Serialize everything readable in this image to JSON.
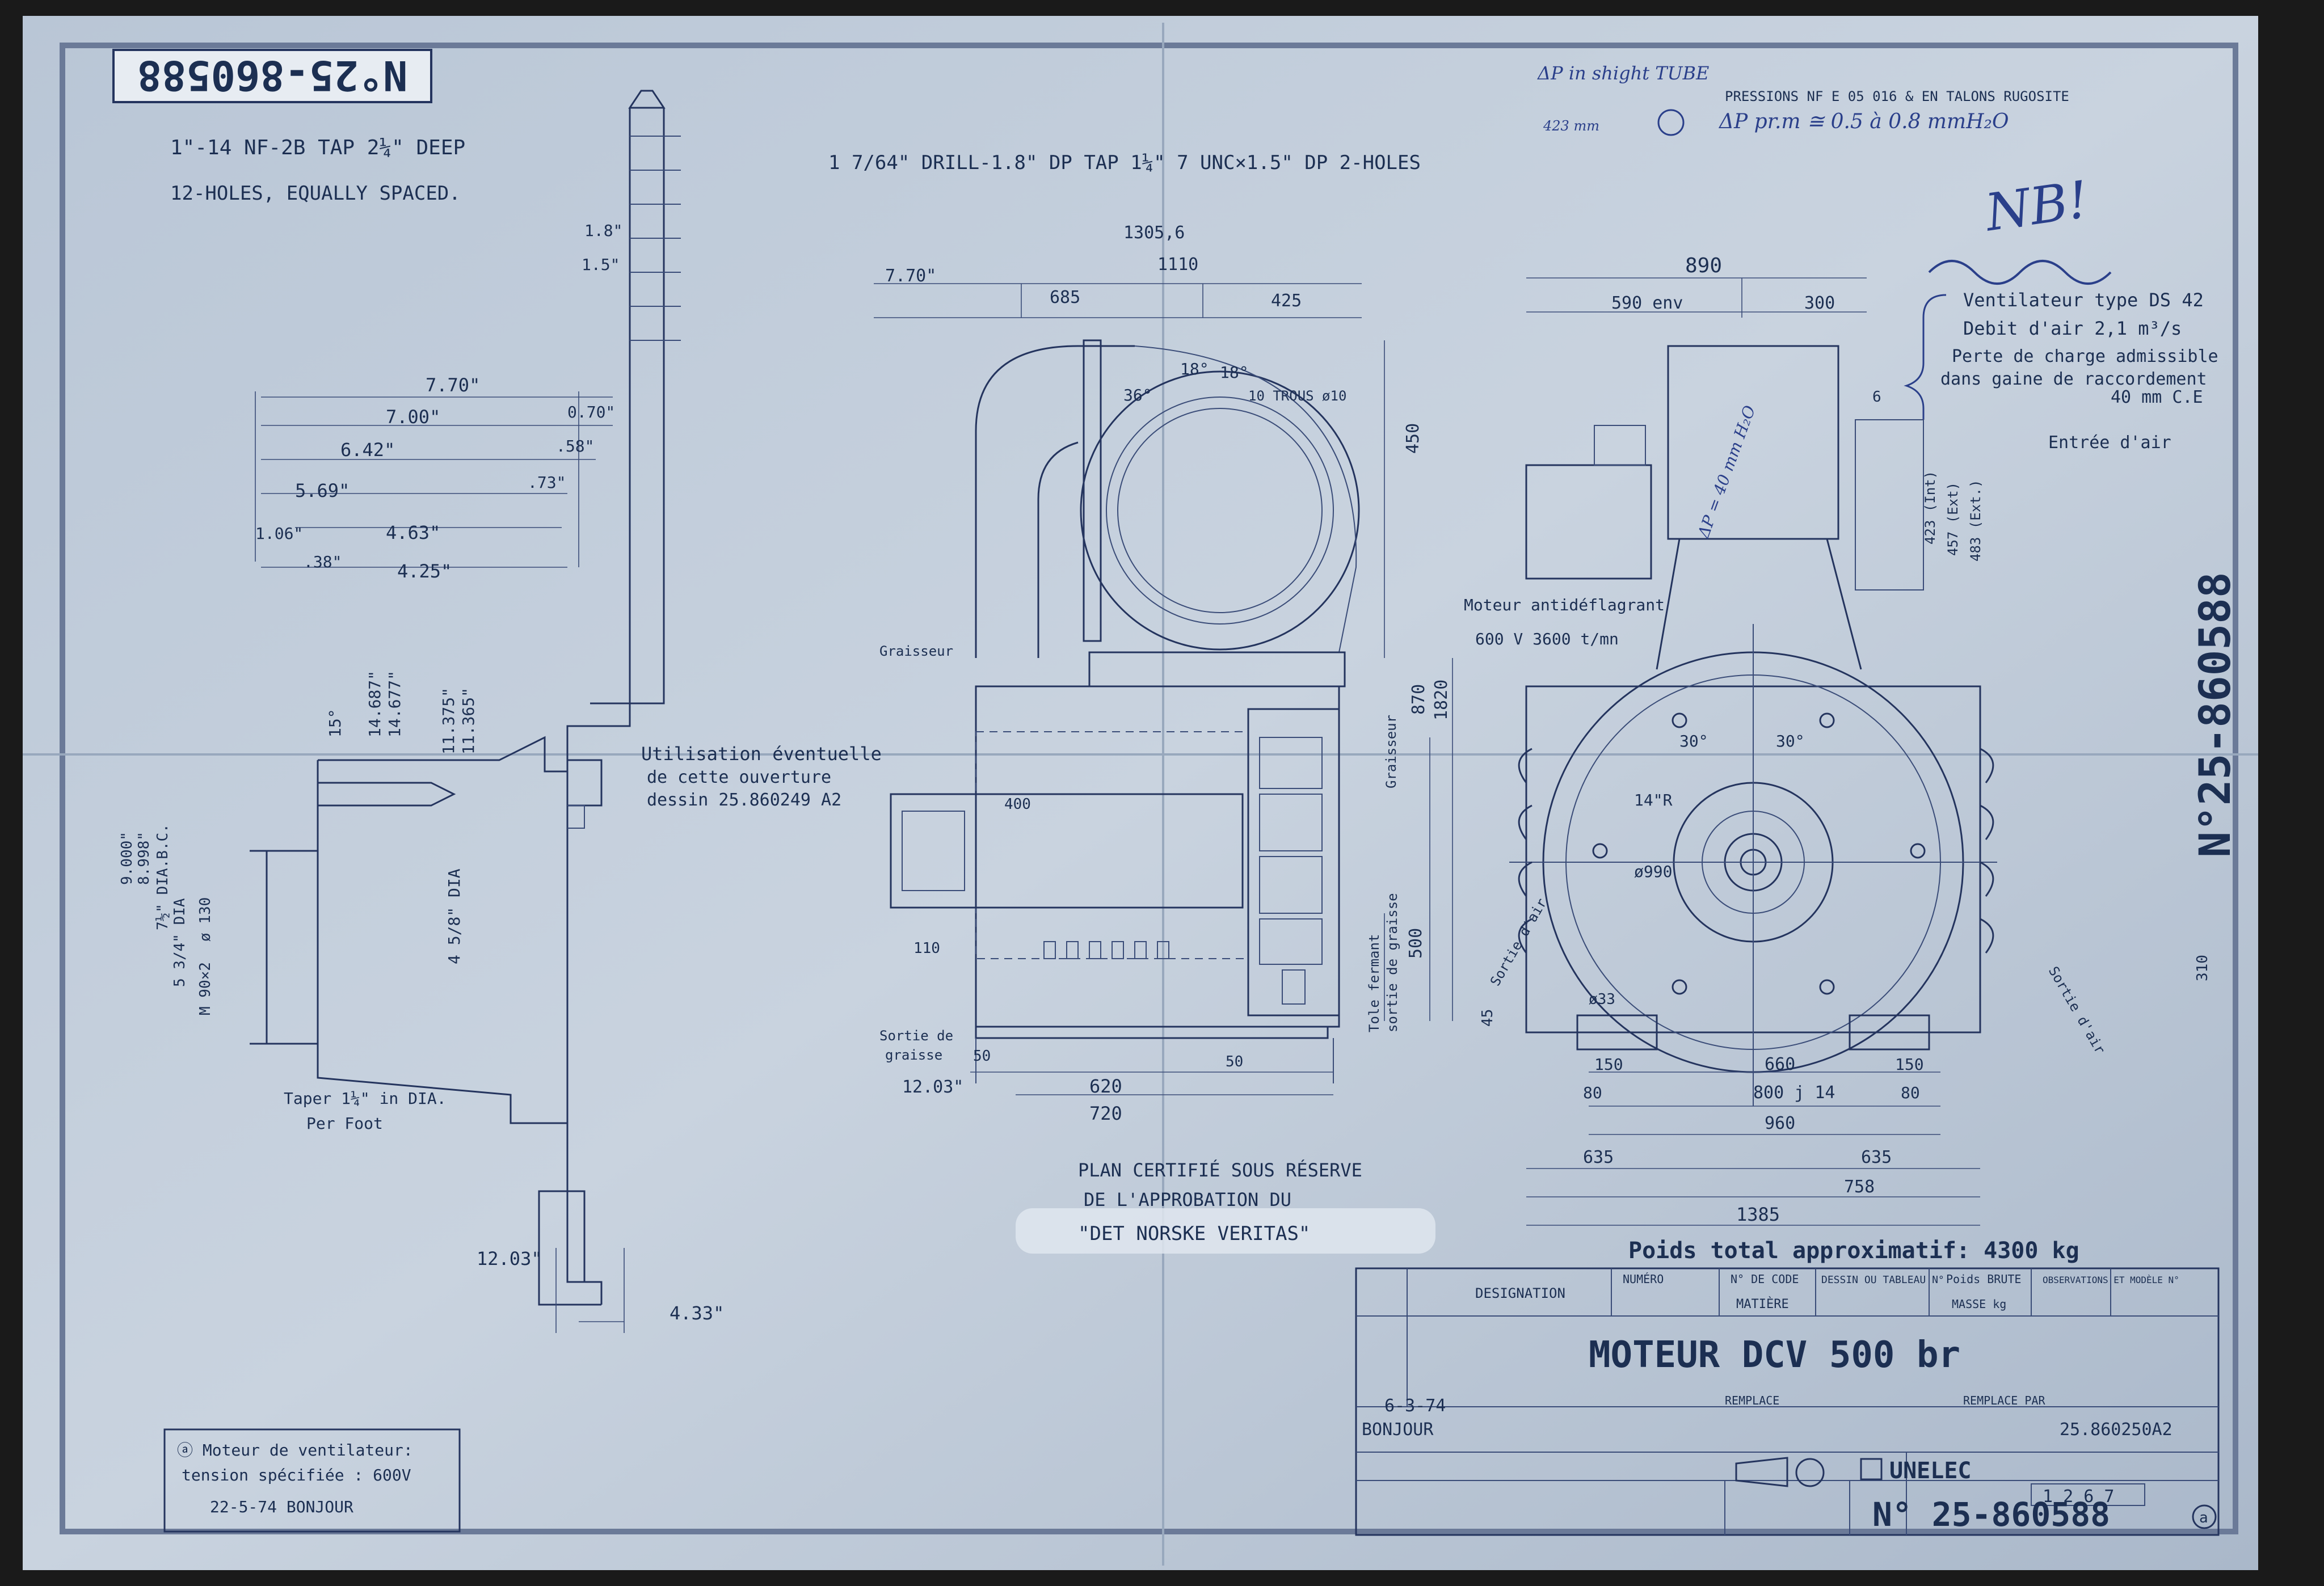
{
  "header": {
    "drawing_number_stamp": "N°25-860588"
  },
  "notes": {
    "thread_1": "1\"-14 NF-2B TAP 2¼\" DEEP",
    "thread_2": "12-HOLES, EQUALLY SPACED.",
    "drill": "1 7/64\" DRILL-1.8\" DP  TAP 1¼\" 7 UNC×1.5\" DP  2-HOLES",
    "certification_1": "PLAN CERTIFIÉ SOUS RÉSERVE",
    "certification_2": "DE L'APPROBATION DU",
    "certification_3": "\"DET NORSKE VERITAS\"",
    "weight": "Poids total approximatif: 4300 kg",
    "taper": "Taper 1¼\" in DIA.",
    "taper_2": "Per Foot",
    "use_opening_1": "Utilisation éventuelle",
    "use_opening_2": "de cette ouverture",
    "use_opening_3": "dessin 25.860249 A2",
    "graisseur": "Graisseur",
    "sortie_graisse_1": "Sortie de",
    "sortie_graisse_2": "graisse",
    "tole_fermant_1": "Tole fermant",
    "tole_fermant_2": "sortie de graisse",
    "moteur_antidef": "Moteur antidéflagrant",
    "moteur_spec": "600 V   3600 t/mn",
    "entree_air": "Entrée d'air",
    "sortie_air_left": "Sortie d'air",
    "sortie_air_right": "Sortie d'air",
    "fan_holes": "10 TROUS ø10"
  },
  "handwritten": {
    "dp_tube": "ΔP in shight TUBE",
    "dp_423": "423 mm",
    "dp_value": "ΔP pr.m ≅ 0.5 à 0.8 mmH₂O",
    "nb": "NB!",
    "dp_40": "ΔP = 40 mm H₂O",
    "fan_box_1": "Ventilateur type DS 42",
    "fan_box_2": "Debit d'air 2,1 m³/s",
    "fan_box_3": "Perte de charge admissible",
    "fan_box_4": "dans gaine de raccordement",
    "fan_box_5": "40 mm C.E",
    "top_ref": "PRESSIONS  NF E 05 016  & EN  TALONS RUGOSITE"
  },
  "dimensions": {
    "left_view": [
      "7.70\"",
      "7.00\"",
      "6.42\"",
      "5.69\"",
      "4.63\"",
      "4.25\"",
      "1.06\"",
      ".38\"",
      ".73\"",
      ".58\"",
      "0.70\"",
      "1.8\"",
      "1.5\"",
      "15°",
      "14.687\"",
      "14.677\"",
      "11.375\"",
      "11.365\"",
      "9.000\"",
      "8.998\"",
      "7½\" DIA.B.C.",
      "5 3/4\" DIA",
      "M 90×2",
      "ø 130",
      "4 5/8\" DIA",
      "12.03\"",
      "4.33\""
    ],
    "center_view": [
      "1305,6",
      "1110",
      "7.70\"",
      "685",
      "425",
      "450",
      "36°",
      "18°",
      "18°",
      "870",
      "1820",
      "500",
      "400",
      "110",
      "50",
      "50",
      "620",
      "720",
      "12.03\""
    ],
    "right_view": [
      "890",
      "590 env",
      "300",
      "6",
      "423 (Int)",
      "457 (Ext)",
      "483 (Ext.)",
      "30°",
      "30°",
      "14\"R",
      "ø990",
      "ø33",
      "45",
      "310",
      "150",
      "150",
      "80",
      "80",
      "660",
      "800 j 14",
      "960",
      "635",
      "635",
      "758",
      "1385"
    ]
  },
  "title_block": {
    "designation": "DESIGNATION",
    "cols": [
      "NUMÉRO",
      "N° DE CODE",
      "DESSIN OU TABLEAU N°",
      "Poids BRUTE",
      "OBSERVATIONS ET MODÈLE N°"
    ],
    "matiere": "MATIÈRE",
    "masse": "MASSE kg",
    "title": "MOTEUR  DCV 500 br",
    "date": "6-3-74",
    "signer": "BONJOUR",
    "remplace": "REMPLACE",
    "remplace_par": "REMPLACE PAR",
    "ref_no": "25.860250A2",
    "brand": "UNELEC",
    "sheet_code": "1 2 6 7",
    "number": "N° 25-860588",
    "rev": "a"
  },
  "revision_box": {
    "line_1": "ⓐ Moteur de ventilateur:",
    "line_2": "tension spécifiée : 600V",
    "line_3": "22-5-74  BONJOUR"
  },
  "side_stamp": "N°25-860588"
}
